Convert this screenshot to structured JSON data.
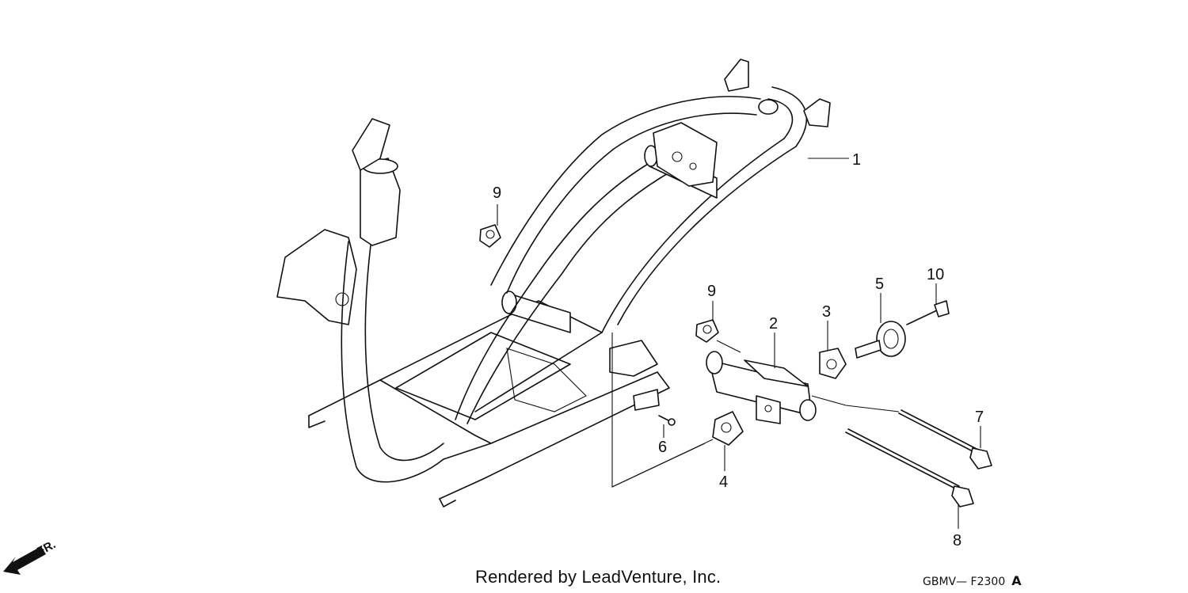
{
  "callouts": [
    {
      "id": "1",
      "label": "1"
    },
    {
      "id": "2",
      "label": "2"
    },
    {
      "id": "3",
      "label": "3"
    },
    {
      "id": "4",
      "label": "4"
    },
    {
      "id": "5",
      "label": "5"
    },
    {
      "id": "6",
      "label": "6"
    },
    {
      "id": "7",
      "label": "7"
    },
    {
      "id": "8",
      "label": "8"
    },
    {
      "id": "9a",
      "label": "9"
    },
    {
      "id": "9b",
      "label": "9"
    },
    {
      "id": "10",
      "label": "10"
    }
  ],
  "direction_marker": {
    "label": "FR.",
    "icon": "front-arrow-icon"
  },
  "footer": {
    "credit": "Rendered by LeadVenture, Inc.",
    "code": "GBMV— F2300",
    "suffix": "A"
  }
}
